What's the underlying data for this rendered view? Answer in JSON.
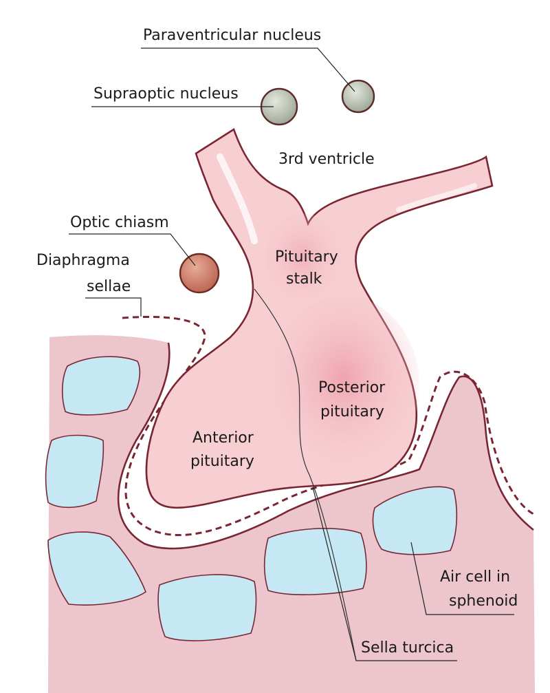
{
  "labels": {
    "paraventricular_nucleus": "Paraventricular nucleus",
    "supraoptic_nucleus": "Supraoptic nucleus",
    "third_ventricle": "3rd ventricle",
    "optic_chiasm": "Optic chiasm",
    "diaphragma_sellae_line1": "Diaphragma",
    "diaphragma_sellae_line2": "sellae",
    "pituitary_stalk_line1": "Pituitary",
    "pituitary_stalk_line2": "stalk",
    "posterior_pituitary_line1": "Posterior",
    "posterior_pituitary_line2": "pituitary",
    "anterior_pituitary_line1": "Anterior",
    "anterior_pituitary_line2": "pituitary",
    "air_cell_line1": "Air cell in",
    "air_cell_line2": "sphenoid",
    "sella_turcica": "Sella turcica"
  },
  "colors": {
    "bone": "#ecc6cc",
    "bone_outline": "#7a2532",
    "air_cell": "#c6e8f4",
    "pituitary": "#f7cfd3",
    "pituitary_shade": "#f2b3bd",
    "membrane_dash": "#7a2532",
    "optic_chiasm": "#cf7f6c",
    "nucleus": "#b9c0b4"
  }
}
